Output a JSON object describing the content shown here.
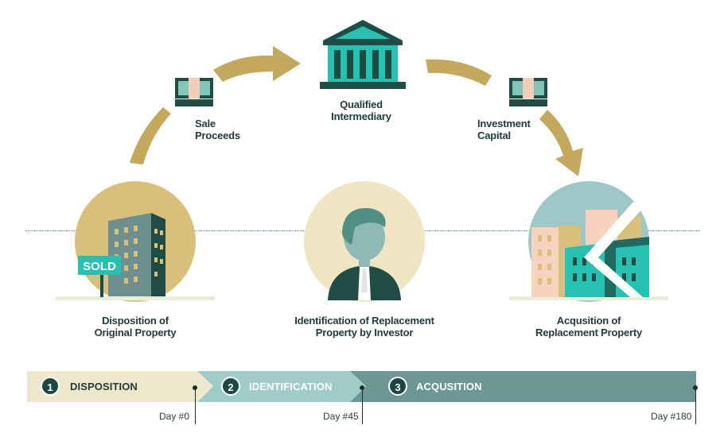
{
  "labels": {
    "sale_proceeds": [
      "Sale",
      "Proceeds"
    ],
    "qualified_intermediary": [
      "Qualified",
      "Intermediary"
    ],
    "investment_capital": [
      "Investment",
      "Capital"
    ],
    "disposition": [
      "Disposition of",
      "Original Property"
    ],
    "identification": [
      "Identification of Replacement",
      "Property by Investor"
    ],
    "acquisition": [
      "Acqusition of",
      "Replacement Property"
    ],
    "sold_sign": "SOLD"
  },
  "timeline": {
    "phases": [
      {
        "number": "1",
        "label": "DISPOSITION"
      },
      {
        "number": "2",
        "label": "IDENTIFICATION"
      },
      {
        "number": "3",
        "label": "ACQUSITION"
      }
    ],
    "days": [
      "Day #0",
      "Day #45",
      "Day #180"
    ]
  },
  "colors": {
    "gold": "#c9b26a",
    "teal": "#25c2b4",
    "dark_teal": "#1c4a43",
    "phase1": "#efe7cc",
    "phase2": "#9fcbc8",
    "phase3": "#6c9795"
  }
}
